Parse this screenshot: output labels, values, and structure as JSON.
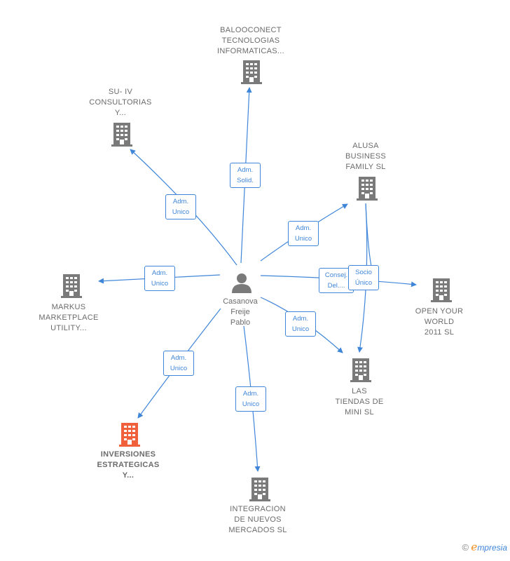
{
  "center": {
    "name_lines": [
      "Casanova",
      "Freije",
      "Pablo"
    ]
  },
  "nodes": [
    {
      "id": "balooconect",
      "lines": [
        "BALOOCONECT",
        "TECNOLOGIAS",
        "INFORMATICAS..."
      ],
      "highlight": false
    },
    {
      "id": "su-iv",
      "lines": [
        "SU- IV",
        "CONSULTORIAS",
        "Y..."
      ],
      "highlight": false
    },
    {
      "id": "alusa",
      "lines": [
        "ALUSA",
        "BUSINESS",
        "FAMILY  SL"
      ],
      "highlight": false
    },
    {
      "id": "markus",
      "lines": [
        "MARKUS",
        "MARKETPLACE",
        "UTILITY..."
      ],
      "highlight": false
    },
    {
      "id": "open-your-world",
      "lines": [
        "OPEN YOUR",
        "WORLD",
        "2011 SL"
      ],
      "highlight": false
    },
    {
      "id": "las-tiendas",
      "lines": [
        "LAS",
        "TIENDAS DE",
        "MINI  SL"
      ],
      "highlight": false
    },
    {
      "id": "inversiones",
      "lines": [
        "INVERSIONES",
        "ESTRATEGICAS",
        "Y..."
      ],
      "highlight": true
    },
    {
      "id": "integracion",
      "lines": [
        "INTEGRACION",
        "DE NUEVOS",
        "MERCADOS SL"
      ],
      "highlight": false
    }
  ],
  "edges": [
    {
      "target": "balooconect",
      "lines": [
        "Adm.",
        "Solid."
      ]
    },
    {
      "target": "su-iv",
      "lines": [
        "Adm.",
        "Unico"
      ]
    },
    {
      "target": "alusa",
      "lines": [
        "Adm.",
        "Unico"
      ]
    },
    {
      "target": "markus",
      "lines": [
        "Adm.",
        "Unico"
      ]
    },
    {
      "target": "open-your-world",
      "lines": [
        "Consej.",
        "Del...."
      ]
    },
    {
      "target": "open-your-world-from-alusa",
      "lines": [
        "Socio",
        "Único"
      ]
    },
    {
      "target": "las-tiendas",
      "lines": [
        "Adm.",
        "Unico"
      ]
    },
    {
      "target": "inversiones",
      "lines": [
        "Adm.",
        "Unico"
      ]
    },
    {
      "target": "integracion",
      "lines": [
        "Adm.",
        "Unico"
      ]
    }
  ],
  "colors": {
    "edge": "#3f86d9",
    "building": "#7a7a7a",
    "building_highlight": "#f0603a",
    "person": "#7a7a7a",
    "text": "#6b6b6b"
  },
  "icons": {
    "company": "building-icon",
    "person": "person-icon"
  },
  "brand": {
    "copyright": "©",
    "initial": "e",
    "rest": "mpresia"
  }
}
